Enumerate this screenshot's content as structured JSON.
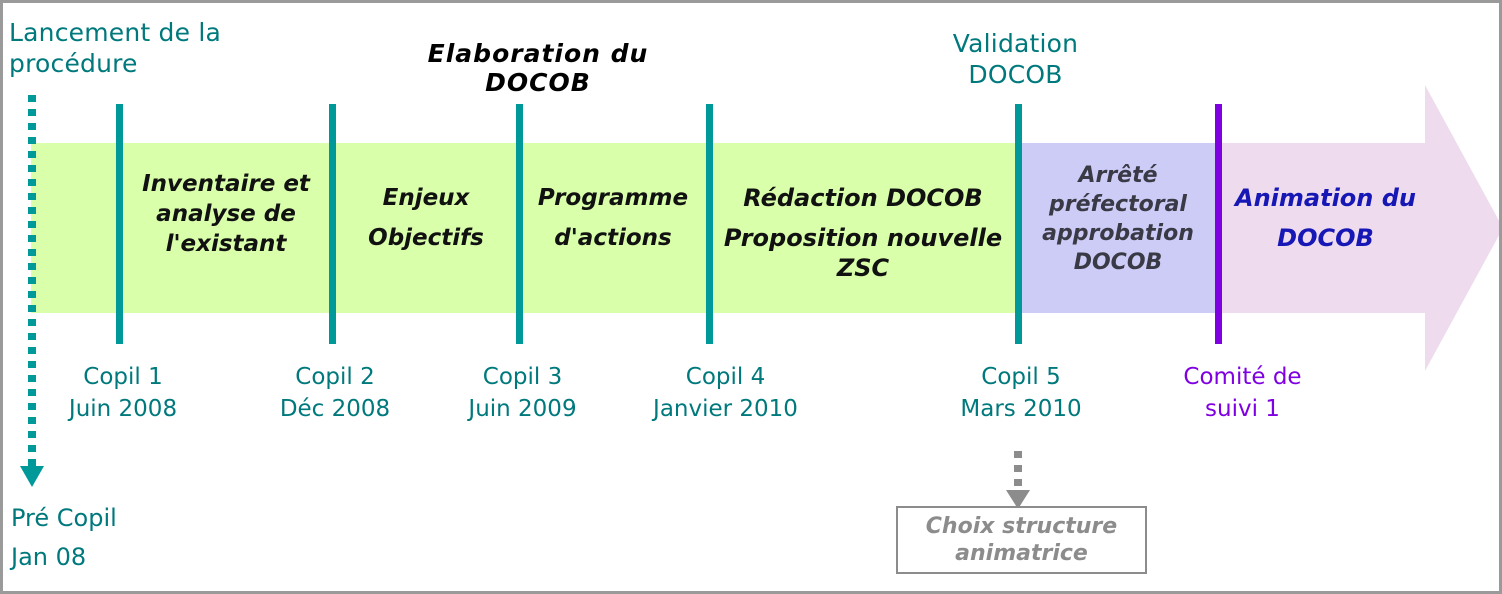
{
  "colors": {
    "teal": "#00797d",
    "teal_bar": "#009999",
    "purple": "#7f00e0",
    "blue_text": "#1717b5",
    "band_green": "#d9ffaa",
    "band_lavender": "#ccccf7",
    "band_pink": "#eedcee",
    "gray": "#8c8c8c"
  },
  "headlines": {
    "lancement_line1": "Lancement de la",
    "lancement_line2": "procédure",
    "elaboration": "Elaboration  du  DOCOB",
    "validation_line1": "Validation",
    "validation_line2": "DOCOB"
  },
  "phases": [
    {
      "id": "inventaire",
      "lines": [
        "Inventaire et",
        "analyse de",
        "l'existant"
      ],
      "band": "green"
    },
    {
      "id": "enjeux",
      "lines": [
        "Enjeux",
        "Objectifs"
      ],
      "band": "green"
    },
    {
      "id": "programme",
      "lines": [
        "Programme",
        "d'actions"
      ],
      "band": "green"
    },
    {
      "id": "redaction",
      "lines": [
        "Rédaction DOCOB",
        "Proposition nouvelle ZSC"
      ],
      "band": "green"
    },
    {
      "id": "arrete",
      "lines": [
        "Arrêté",
        "préfectoral",
        "approbation",
        "DOCOB"
      ],
      "band": "lavender"
    },
    {
      "id": "animation",
      "lines": [
        "Animation du",
        "DOCOB"
      ],
      "band": "pink"
    }
  ],
  "phase_text": {
    "inventaire_l1": "Inventaire et",
    "inventaire_l2": "analyse de",
    "inventaire_l3": "l'existant",
    "enjeux_l1": "Enjeux",
    "enjeux_l2": "Objectifs",
    "programme_l1": "Programme",
    "programme_l2": "d'actions",
    "redaction_l1": "Rédaction DOCOB",
    "redaction_l2": "Proposition nouvelle",
    "redaction_l3": "ZSC",
    "arrete_l1": "Arrêté",
    "arrete_l2": "préfectoral",
    "arrete_l3": "approbation",
    "arrete_l4": "DOCOB",
    "animation_l1": "Animation du",
    "animation_l2": "DOCOB"
  },
  "milestones": [
    {
      "name": "Copil 1",
      "date": "Juin 2008",
      "color": "teal"
    },
    {
      "name": "Copil 2",
      "date": "Déc 2008",
      "color": "teal"
    },
    {
      "name": "Copil 3",
      "date": "Juin 2009",
      "color": "teal"
    },
    {
      "name": "Copil 4",
      "date": "Janvier 2010",
      "color": "teal"
    },
    {
      "name": "Copil 5",
      "date": "Mars 2010",
      "color": "teal"
    },
    {
      "name": "Comité de",
      "date": "suivi 1",
      "color": "purple"
    }
  ],
  "pre_copil": {
    "line1": "Pré Copil",
    "line2": "Jan 08"
  },
  "choix_box": {
    "line1": "Choix structure",
    "line2": "animatrice"
  }
}
